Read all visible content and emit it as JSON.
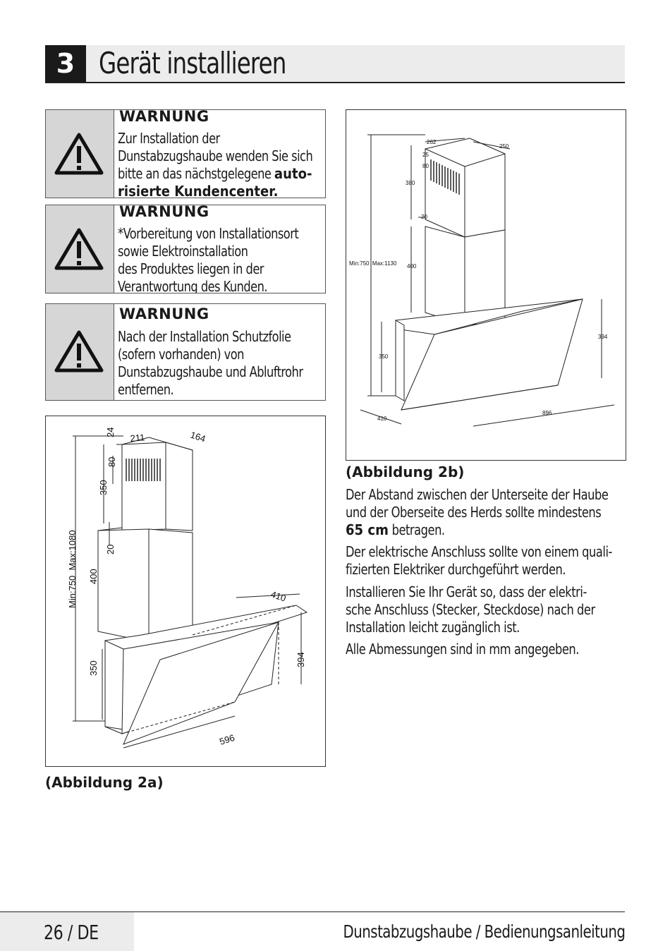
{
  "header": {
    "section_number": "3",
    "title": "Gerät installieren"
  },
  "warnings": [
    {
      "title": "WARNUNG",
      "lines": [
        "Zur Installation der",
        "Dunstabzugshaube wenden Sie sich",
        "bitte an das nächstgelegene "
      ],
      "bold_a": "auto-",
      "bold_b": "risierte Kundencenter."
    },
    {
      "title": "WARNUNG",
      "lines": [
        "*Vorbereitung von Installationsort",
        "sowie Elektroinstallation",
        "des Produktes liegen in der",
        "Verantwortung des Kunden."
      ]
    },
    {
      "title": "WARNUNG",
      "lines": [
        "Nach der Installation Schutzfolie",
        "(sofern vorhanden) von",
        "Dunstabzugshaube und Abluftrohr",
        "entfernen."
      ]
    }
  ],
  "figure_2a": {
    "caption": "(Abbildung 2a)",
    "dims": {
      "d24": "24",
      "d211": "211",
      "d164": "164",
      "d80": "80",
      "d350a": "350",
      "d20": "20",
      "d400": "400",
      "dminmax": "Min:750  Max:1080",
      "d410": "410",
      "d394": "394",
      "d350b": "350",
      "d596": "596"
    }
  },
  "figure_2b": {
    "caption": "(Abbildung 2b)",
    "dims": {
      "d262": "262",
      "d250": "250",
      "d25": "25",
      "d80": "80",
      "d380": "380",
      "d20": "20",
      "d400": "400",
      "dminmax": "Min:750  Max:1130",
      "d394": "394",
      "d350": "350",
      "d410": "410",
      "d896": "896"
    }
  },
  "text": {
    "p1_a": "Der Abstand zwischen der Unterseite der Haube",
    "p1_b": "und der Oberseite des Herds sollte mindestens",
    "p1_bold": "65 cm",
    "p1_c": " betragen.",
    "p2_a": "Der elektrische Anschluss sollte von einem quali-",
    "p2_b": "fizierten Elektriker durchgeführt werden.",
    "p3_a": "Installieren Sie Ihr Gerät so, dass der elektri-",
    "p3_b": "sche Anschluss (Stecker, Steckdose) nach der",
    "p3_c": "Installation leicht zugänglich ist.",
    "p4": "Alle Abmessungen sind in mm angegeben."
  },
  "footer": {
    "page": "26 / DE",
    "title": "Dunstabzugshaube / Bedienungsanleitung"
  }
}
